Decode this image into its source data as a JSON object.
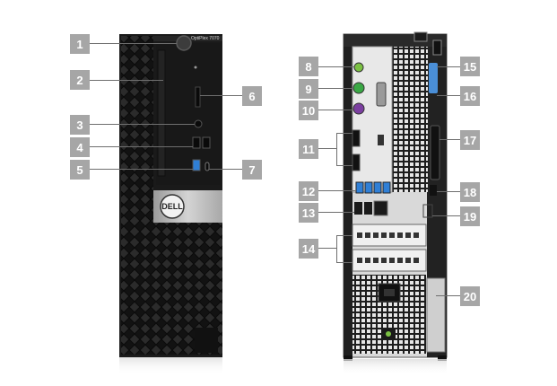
{
  "front": {
    "model_label": "OptiPlex 7070",
    "brand": "DELL"
  },
  "callouts": {
    "c1": "1",
    "c2": "2",
    "c3": "3",
    "c4": "4",
    "c5": "5",
    "c6": "6",
    "c7": "7",
    "c8": "8",
    "c9": "9",
    "c10": "10",
    "c11": "11",
    "c12": "12",
    "c13": "13",
    "c14": "14",
    "c15": "15",
    "c16": "16",
    "c17": "17",
    "c18": "18",
    "c19": "19",
    "c20": "20"
  },
  "colors": {
    "chassis": "#1c1c1c",
    "bezel_mesh": "#2a2a2a",
    "callout_bg": "#a6a6a6",
    "usb3_blue": "#2f7fd6",
    "ps2_keyboard": "#7b3fa0",
    "ps2_mouse": "#3aa845",
    "audio_green": "#7bc143",
    "latch_blue": "#4a8fd8"
  }
}
